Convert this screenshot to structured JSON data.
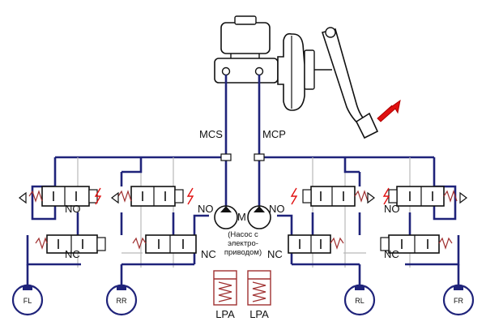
{
  "labels": {
    "mcs": "MCS",
    "mcp": "MCP",
    "motor": "M",
    "pump_note": [
      "(Насос с",
      "электро-",
      "приводом)"
    ],
    "no": "NO",
    "nc": "NC",
    "lpa": "LPA"
  },
  "wheels": [
    "FL",
    "RR",
    "RL",
    "FR"
  ],
  "colors": {
    "hydraulic_line": "#1f237a",
    "aux_line": "#b9b9b9",
    "component_outline": "#111111",
    "spring": "#a03030",
    "arrow": "#e01010",
    "wheel_fill": "#ffffff"
  }
}
